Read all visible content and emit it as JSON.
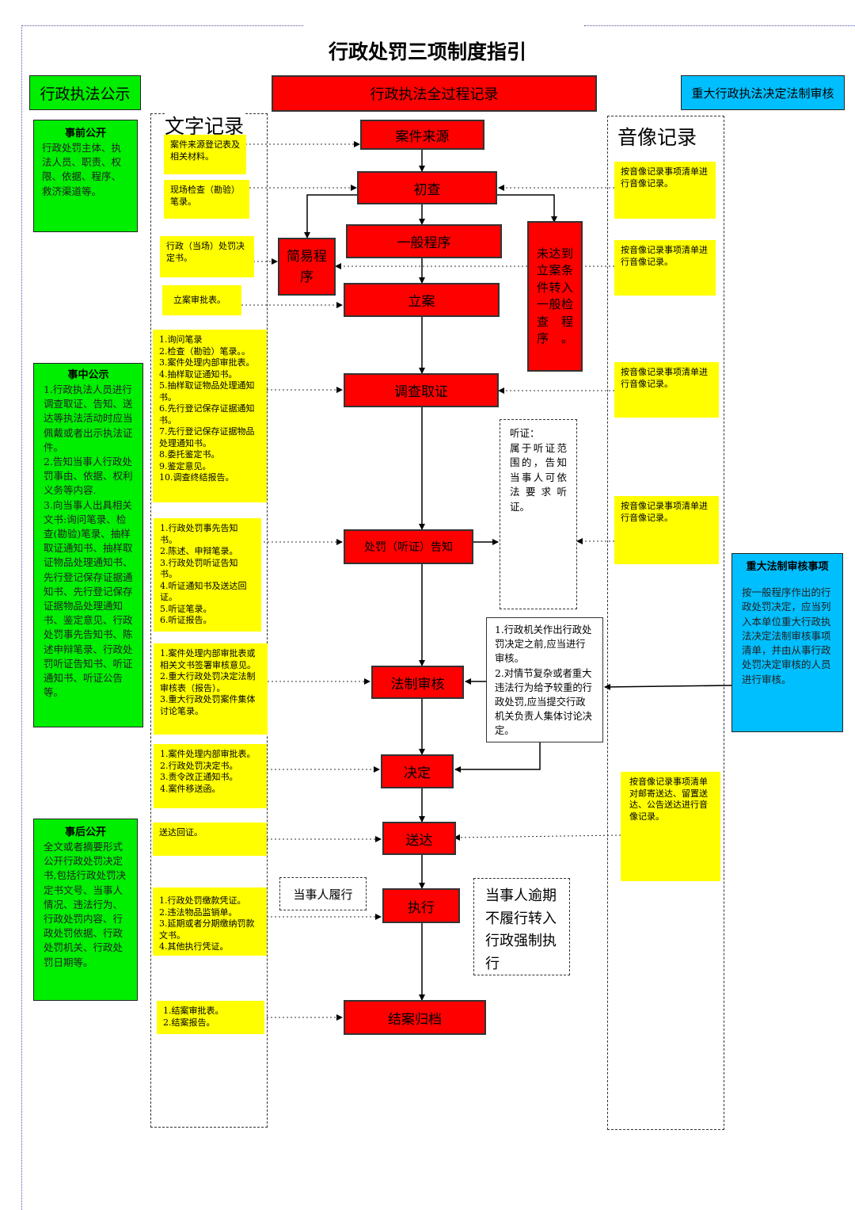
{
  "title": "行政处罚三项制度指引",
  "headers": {
    "left": "行政执法公示",
    "center": "行政执法全过程记录",
    "right": "重大行政执法决定法制审核"
  },
  "columns": {
    "text_record": "文字记录",
    "av_record": "音像记录"
  },
  "public": {
    "before": {
      "title": "事前公开",
      "body": "行政处罚主体、执法人员、职责、权限、依据、程序、救济渠道等。"
    },
    "during": {
      "title": "事中公示",
      "body": "1.行政执法人员进行调查取证、告知、送达等执法活动时应当佩戴或者出示执法证件。\n2.告知当事人行政处罚事由、依据、权利义务等内容.\n3.向当事人出具相关文书:询问笔录、检查(勘验)笔录、抽样取证通知书、抽样取证物品处理通知书、先行登记保存证据通知书、先行登记保存证据物品处理通知书、鉴定意见、行政处罚事先告知书、陈述申辩笔录、行政处罚听证告知书、听证通知书、听证公告等。"
    },
    "after": {
      "title": "事后公开",
      "body": "全文或者摘要形式公开行政处罚决定书,包括行政处罚决定书文号、当事人情况、违法行为、行政处罚内容、行政处罚依据、行政处罚机关、行政处罚日期等。"
    }
  },
  "flow": {
    "source": "案件来源",
    "initial": "初查",
    "general": "一般程序",
    "simple": "简易程序",
    "not_reached": "未达到立案条件转入一般检查程序。",
    "filing": "立案",
    "investigation": "调查取证",
    "notice": "处罚（听证）告知",
    "legal_review": "法制审核",
    "decision": "决定",
    "delivery": "送达",
    "execution": "执行",
    "archive": "结案归档"
  },
  "text_docs": {
    "source": "案件来源登记表及相关材料。",
    "initial": "现场检查（勘验）笔录。",
    "simple": "行政（当场）处罚决定书。",
    "filing": "立案审批表。",
    "investigation": "1.询问笔录\n2.检查（勘验）笔录。。\n3.案件处理内部审批表。\n4.抽样取证通知书。\n5.抽样取证物品处理通知书。\n6.先行登记保存证据通知书。\n7.先行登记保存证据物品处理通知书。\n8.委托鉴定书。\n9.鉴定意见。\n10.调查终结报告。",
    "notice": "1.行政处罚事先告知书。\n2.陈述、申辩笔录。\n3.行政处罚听证告知书。\n4.听证通知书及送达回证。\n5.听证笔录。\n6.听证报告。",
    "legal_review": "1.案件处理内部审批表或相关文书签署审核意见。\n2.重大行政处罚决定法制审核表（报告）。\n3.重大行政处罚案件集体讨论笔录。",
    "decision": "1.案件处理内部审批表。\n2.行政处罚决定书。\n3.责令改正通知书。\n4.案件移送函。",
    "delivery": "送达回证。",
    "execution": "1.行政处罚缴款凭证。\n2.违法物品监销单。\n3.延期或者分期缴纳罚款文书。\n4.其他执行凭证。",
    "archive": "1.结案审批表。\n2.结案报告。"
  },
  "av_docs": {
    "a1": "按音像记录事项清单进行音像记录。",
    "a2": "按音像记录事项清单进行音像记录。",
    "a3": "按音像记录事项清单进行音像记录。",
    "a4": "按音像记录事项清单进行音像记录。",
    "a5": "按音像记录事项清单对邮寄送达、留置送达、公告送达进行音像记录。"
  },
  "hearing": "听证：\n属于听证范围的，告知当事人可依法要求听证。",
  "review_note": "1.行政机关作出行政处罚决定之前,应当进行审核。\n2.对情节复杂或者重大违法行为给予较重的行政处罚,应当提交行政机关负责人集体讨论决定。",
  "major_review": {
    "title": "重大法制审核事项",
    "body": "按一般程序作出的行政处罚决定，应当列入本单位重大行政执法决定法制审核事项清单，并由从事行政处罚决定审核的人员进行审核。"
  },
  "party_perform": "当事人履行",
  "enforce": "当事人逾期不履行转入行政强制执行",
  "colors": {
    "green": "#00ee00",
    "red": "#ff0000",
    "yellow": "#ffff00",
    "blue": "#00bfff"
  }
}
